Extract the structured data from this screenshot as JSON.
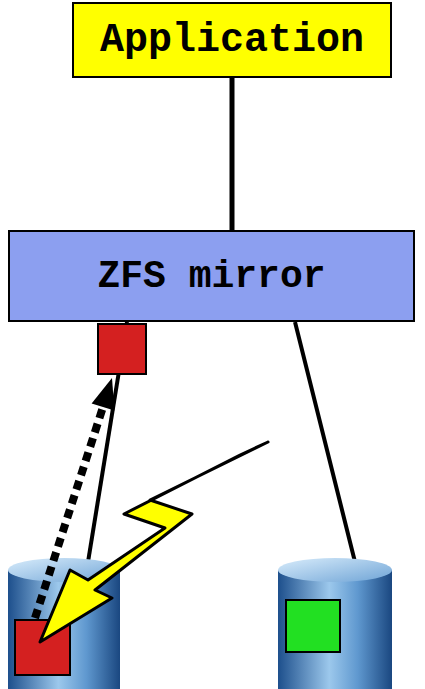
{
  "diagram": {
    "nodes": [
      {
        "text": [
          "Application"
        ]
      },
      {
        "text": [
          "ZFS mirror"
        ]
      }
    ],
    "edges": [
      {
        "from": 0,
        "to": 1,
        "arrow": "none"
      }
    ]
  }
}
